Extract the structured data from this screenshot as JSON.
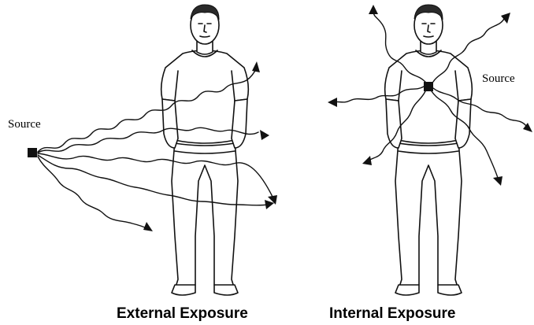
{
  "external": {
    "source_label": "Source",
    "caption": "External Exposure"
  },
  "internal": {
    "source_label": "Source",
    "caption": "Internal Exposure"
  }
}
